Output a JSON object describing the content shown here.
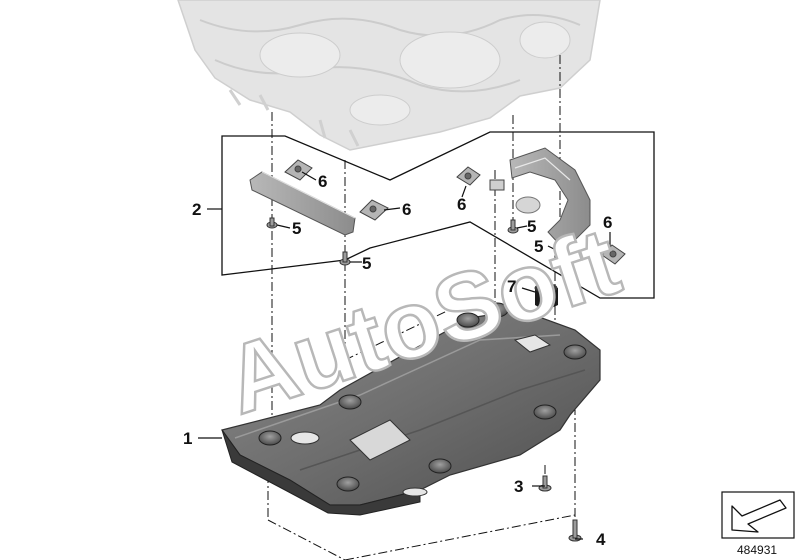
{
  "watermark": "AutoSoft",
  "callouts": [
    {
      "id": "1",
      "label": "1"
    },
    {
      "id": "2",
      "label": "2"
    },
    {
      "id": "3",
      "label": "3"
    },
    {
      "id": "4",
      "label": "4"
    },
    {
      "id": "5a",
      "label": "5"
    },
    {
      "id": "5b",
      "label": "5"
    },
    {
      "id": "5c",
      "label": "5"
    },
    {
      "id": "5d",
      "label": "5"
    },
    {
      "id": "6a",
      "label": "6"
    },
    {
      "id": "6b",
      "label": "6"
    },
    {
      "id": "6c",
      "label": "6"
    },
    {
      "id": "6d",
      "label": "6"
    },
    {
      "id": "7",
      "label": "7"
    }
  ],
  "reference_number": "484931",
  "colors": {
    "engine_ghost": "#e3e3e3",
    "part_dark": "#6a6a6a",
    "part_mid": "#9a9a9a",
    "part_light": "#c9c9c9",
    "line": "#111111"
  }
}
